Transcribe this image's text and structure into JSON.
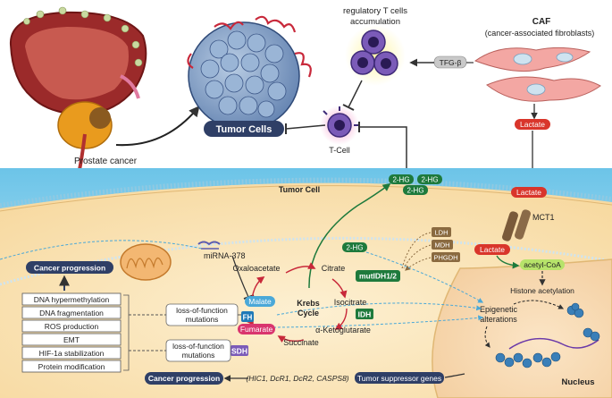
{
  "top": {
    "prostate_cancer": "Prostate cancer",
    "tumor_cells": "Tumor Cells",
    "treg_line1": "regulatory T cells",
    "treg_line2": "accumulation",
    "tcell": "T-Cell",
    "tgfb": "TFG-β",
    "caf_title": "CAF",
    "caf_subtitle": "(cancer-associated fibroblasts)",
    "lactate_caf": "Lactate"
  },
  "cell": {
    "title": "Tumor Cell",
    "lactate_in": "Lactate",
    "mct1": "MCT1",
    "lactate_inside": "Lactate",
    "acetyl_coa": "acetyl-CoA",
    "histone_acetylation": "Histone acetylation",
    "epigenetic_line1": "Epigenetic",
    "epigenetic_line2": "alterations",
    "nucleus": "Nucleus",
    "tumor_suppressor": "Tumor suppressor genes",
    "genes": "(HIC1, DcR1, DcR2, CASPS8)",
    "cancer_progression_bottom": "Cancer progression",
    "mirna": "miRNA-378"
  },
  "hg": {
    "hg1": "2-HG",
    "hg2": "2-HG",
    "hg3": "2-HG",
    "hg_inner": "2-HG",
    "mutidh": "mutIDH1/2",
    "enzymes": [
      "LDH",
      "MDH",
      "PHGDH"
    ]
  },
  "krebs": {
    "oxaloacetate": "Oxaloacetate",
    "citrate": "Citrate",
    "isocitrate": "Isocitrate",
    "idh": "IDH",
    "ketoglutarate": "α-Ketoglutarate",
    "succinate": "Succinate",
    "sdh": "SDH",
    "fumarate": "Fumarate",
    "fh": "FH",
    "malate": "Malate",
    "cycle_line1": "Krebs",
    "cycle_line2": "Cycle"
  },
  "left_panel": {
    "title": "Cancer progression",
    "items": [
      "DNA hypermethylation",
      "DNA fragmentation",
      "ROS production",
      "EMT",
      "HIF-1a stabilization",
      "Protein modification"
    ],
    "lof1_line1": "loss-of-function",
    "lof1_line2": "mutations",
    "lof2_line1": "loss-of-function",
    "lof2_line2": "mutations"
  },
  "colors": {
    "green": "#1e7a3c",
    "navy": "#2f3f66",
    "red": "#c8283a",
    "lactate_red": "#d9352b",
    "cell_fill": "#fbe3b6",
    "extracell_blue": "#bfe6f4"
  }
}
